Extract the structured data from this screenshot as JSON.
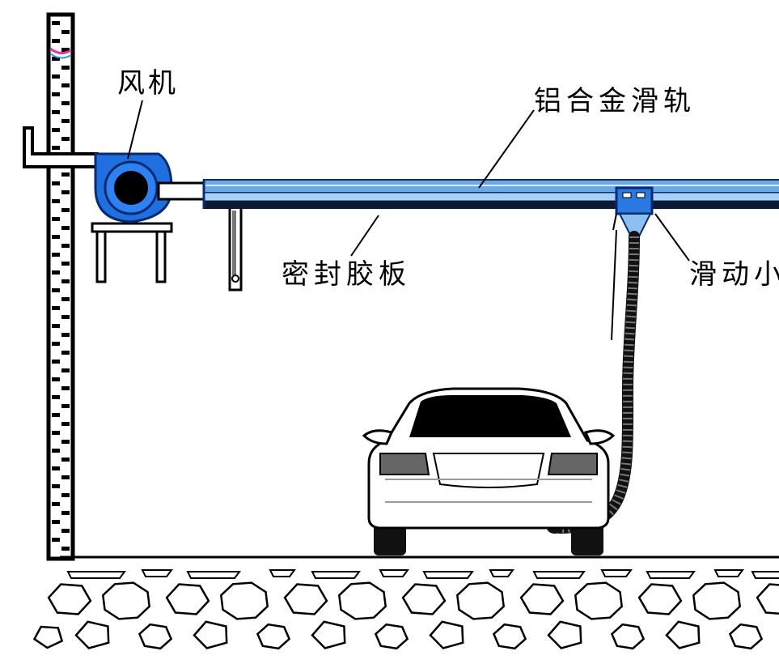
{
  "labels": {
    "fan": "风机",
    "rail": "铝合金滑轨",
    "seal_strip": "密封胶板",
    "slider": "滑动小"
  },
  "colors": {
    "fan_blue": "#1f6fe0",
    "rail_blue": "#6aa8e8",
    "rail_dark": "#0d2f6b",
    "ink": "#000000",
    "paper": "#ffffff"
  }
}
